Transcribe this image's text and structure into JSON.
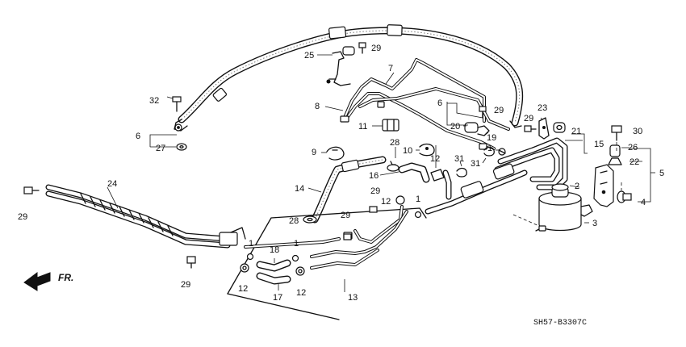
{
  "diagram": {
    "code": "SH57-B3307C",
    "direction_label": "FR.",
    "callouts": [
      "1",
      "2",
      "3",
      "4",
      "5",
      "6",
      "7",
      "8",
      "9",
      "10",
      "11",
      "12",
      "13",
      "14",
      "15",
      "16",
      "17",
      "18",
      "19",
      "20",
      "21",
      "22",
      "23",
      "24",
      "25",
      "26",
      "27",
      "28",
      "29",
      "30",
      "31",
      "32"
    ]
  }
}
